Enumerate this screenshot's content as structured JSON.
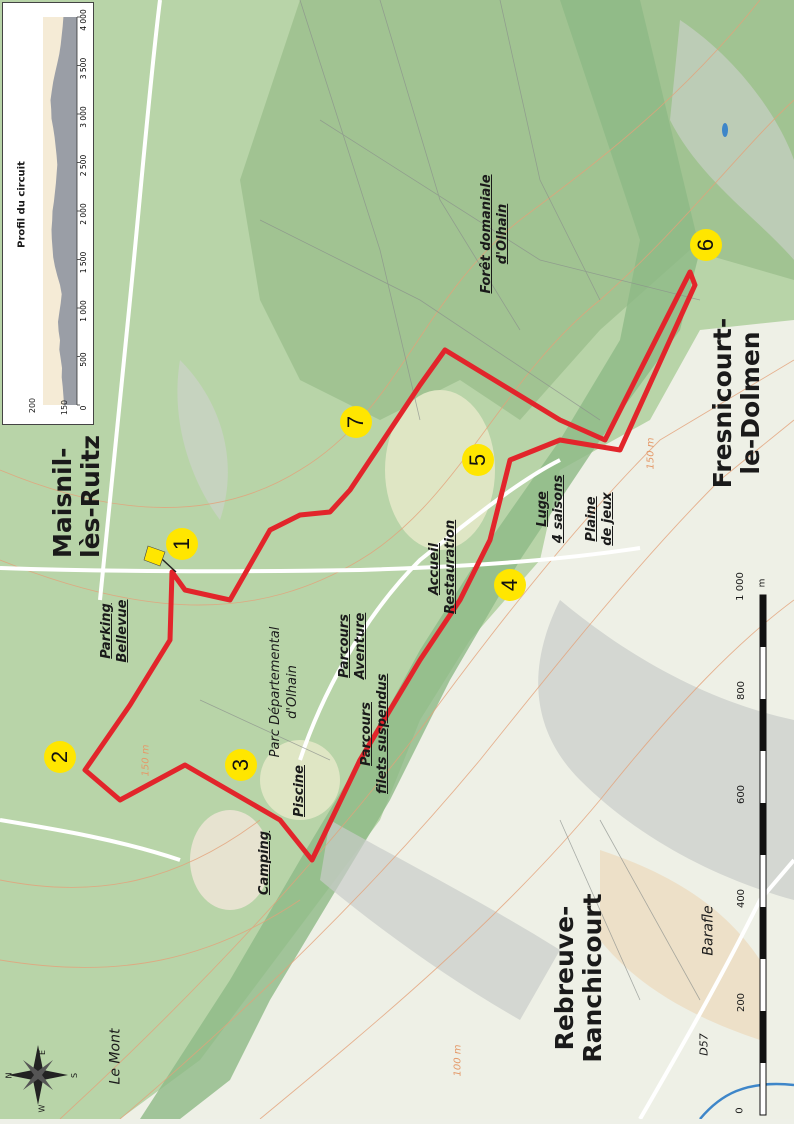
{
  "towns": {
    "maisnil": "Maisnil-\nlès-Ruitz",
    "fresnicourt": "Fresnicourt-\nle-Dolmen",
    "rebreuve": "Rebreuve-\nRanchicourt"
  },
  "places": {
    "le_mont": "Le Mont",
    "barafle": "Barafle",
    "road_d57": "D57",
    "parc": "Parc Départemental\nd'Olhain",
    "foret": "Forêt domaniale\nd'Olhain"
  },
  "pois": {
    "parking": "Parking\nBellevue",
    "parcours_aventure": "Parcours\nAventure",
    "accueil": "Accueil\nRestauration",
    "parcours_filets": "Parcours\nfilets suspendus",
    "piscine": "Piscine",
    "camping": "Camping",
    "luge": "Luge\n4 saisons",
    "plaine": "Plaine\nde jeux"
  },
  "markers": [
    "1",
    "2",
    "3",
    "4",
    "5",
    "6",
    "7"
  ],
  "contours": {
    "c150a": "150 m",
    "c150b": "150 m",
    "c100": "100 m"
  },
  "profile": {
    "title": "Profil du circuit",
    "y_ticks": [
      "200",
      "150"
    ],
    "x_ticks": [
      "0",
      "500",
      "1 000",
      "1 500",
      "2 000",
      "2 500",
      "3 000",
      "3 500",
      "4 000"
    ],
    "elevation_fractions": [
      0.62,
      0.6,
      0.58,
      0.55,
      0.56,
      0.52,
      0.48,
      0.5,
      0.46,
      0.44,
      0.48,
      0.52,
      0.55,
      0.5,
      0.42,
      0.35,
      0.3,
      0.28,
      0.26,
      0.25,
      0.27,
      0.28,
      0.32,
      0.35,
      0.38,
      0.4,
      0.42,
      0.4,
      0.37,
      0.34,
      0.3,
      0.25,
      0.24,
      0.22,
      0.26,
      0.3,
      0.36,
      0.42,
      0.48,
      0.52,
      0.55,
      0.58,
      0.6
    ]
  },
  "scale": {
    "ticks": [
      "0",
      "200",
      "400",
      "600",
      "800",
      "1 000"
    ],
    "unit": "m"
  },
  "compass": {
    "n": "N",
    "e": "E",
    "s": "S",
    "w": "W"
  },
  "colors": {
    "route": "#e2252b",
    "marker": "#ffe600",
    "forest": "#a9c99a",
    "forest_dark": "#7fae7a",
    "contour": "#e49a6a",
    "road": "#ffffff"
  }
}
